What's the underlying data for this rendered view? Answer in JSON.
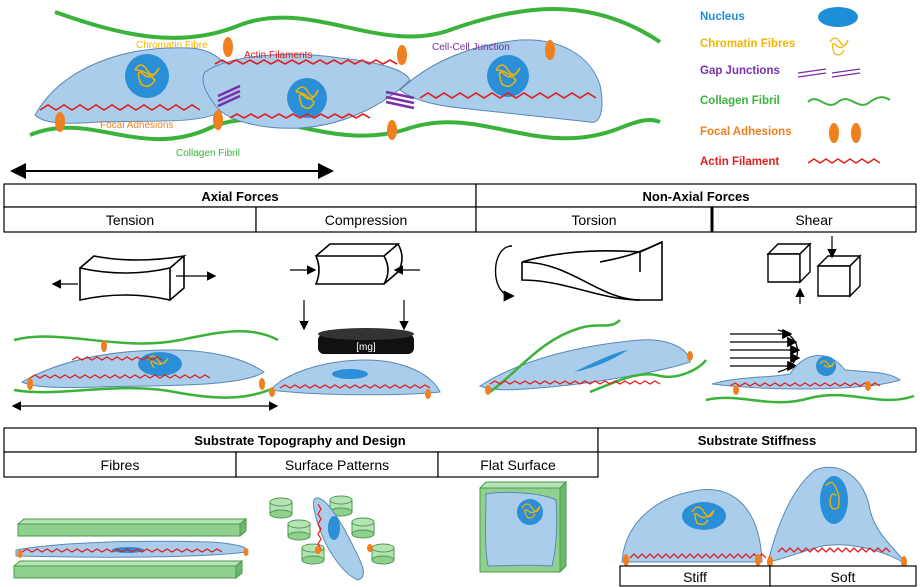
{
  "top": {
    "chromatin_fibre": "Chromatin Fibre",
    "actin_filaments": "Actin Filaments",
    "cell_cell_junction": "Cell-Cell Junction",
    "focal_adhesions": "Focal Adhesions",
    "collagen_fibril": "Collagen Fibril"
  },
  "legend": [
    {
      "label": "Nucleus",
      "color": "#1f8ed8",
      "icon": "nucleus-icon"
    },
    {
      "label": "Chromatin Fibres",
      "color": "#f2b400",
      "icon": "chromatin-icon"
    },
    {
      "label": "Gap Junctions",
      "color": "#7a2fa8",
      "icon": "gap-junction-icon"
    },
    {
      "label": "Collagen Fibril",
      "color": "#3bb33b",
      "icon": "collagen-icon"
    },
    {
      "label": "Focal Adhesions",
      "color": "#f07f20",
      "icon": "focal-adhesion-icon"
    },
    {
      "label": "Actin Filament",
      "color": "#e01e1e",
      "icon": "actin-icon"
    }
  ],
  "forces": {
    "axial": "Axial Forces",
    "non_axial": "Non-Axial Forces",
    "tension": "Tension",
    "compression": "Compression",
    "torsion": "Torsion",
    "shear": "Shear",
    "weight_label": "[mg]"
  },
  "substrate": {
    "topography": "Substrate Topography and Design",
    "stiffness": "Substrate Stiffness",
    "fibres": "Fibres",
    "surface_patterns": "Surface Patterns",
    "flat_surface": "Flat Surface",
    "stiff": "Stiff",
    "soft": "Soft"
  },
  "colors": {
    "cell": "#a9cdea",
    "cell_stroke": "#5b88b5",
    "nucleus": "#2a8fd6",
    "chromatin": "#f2b400",
    "actin": "#e01e1e",
    "collagen": "#3bb33b",
    "focal": "#f07f20",
    "gap": "#7a2fa8"
  }
}
